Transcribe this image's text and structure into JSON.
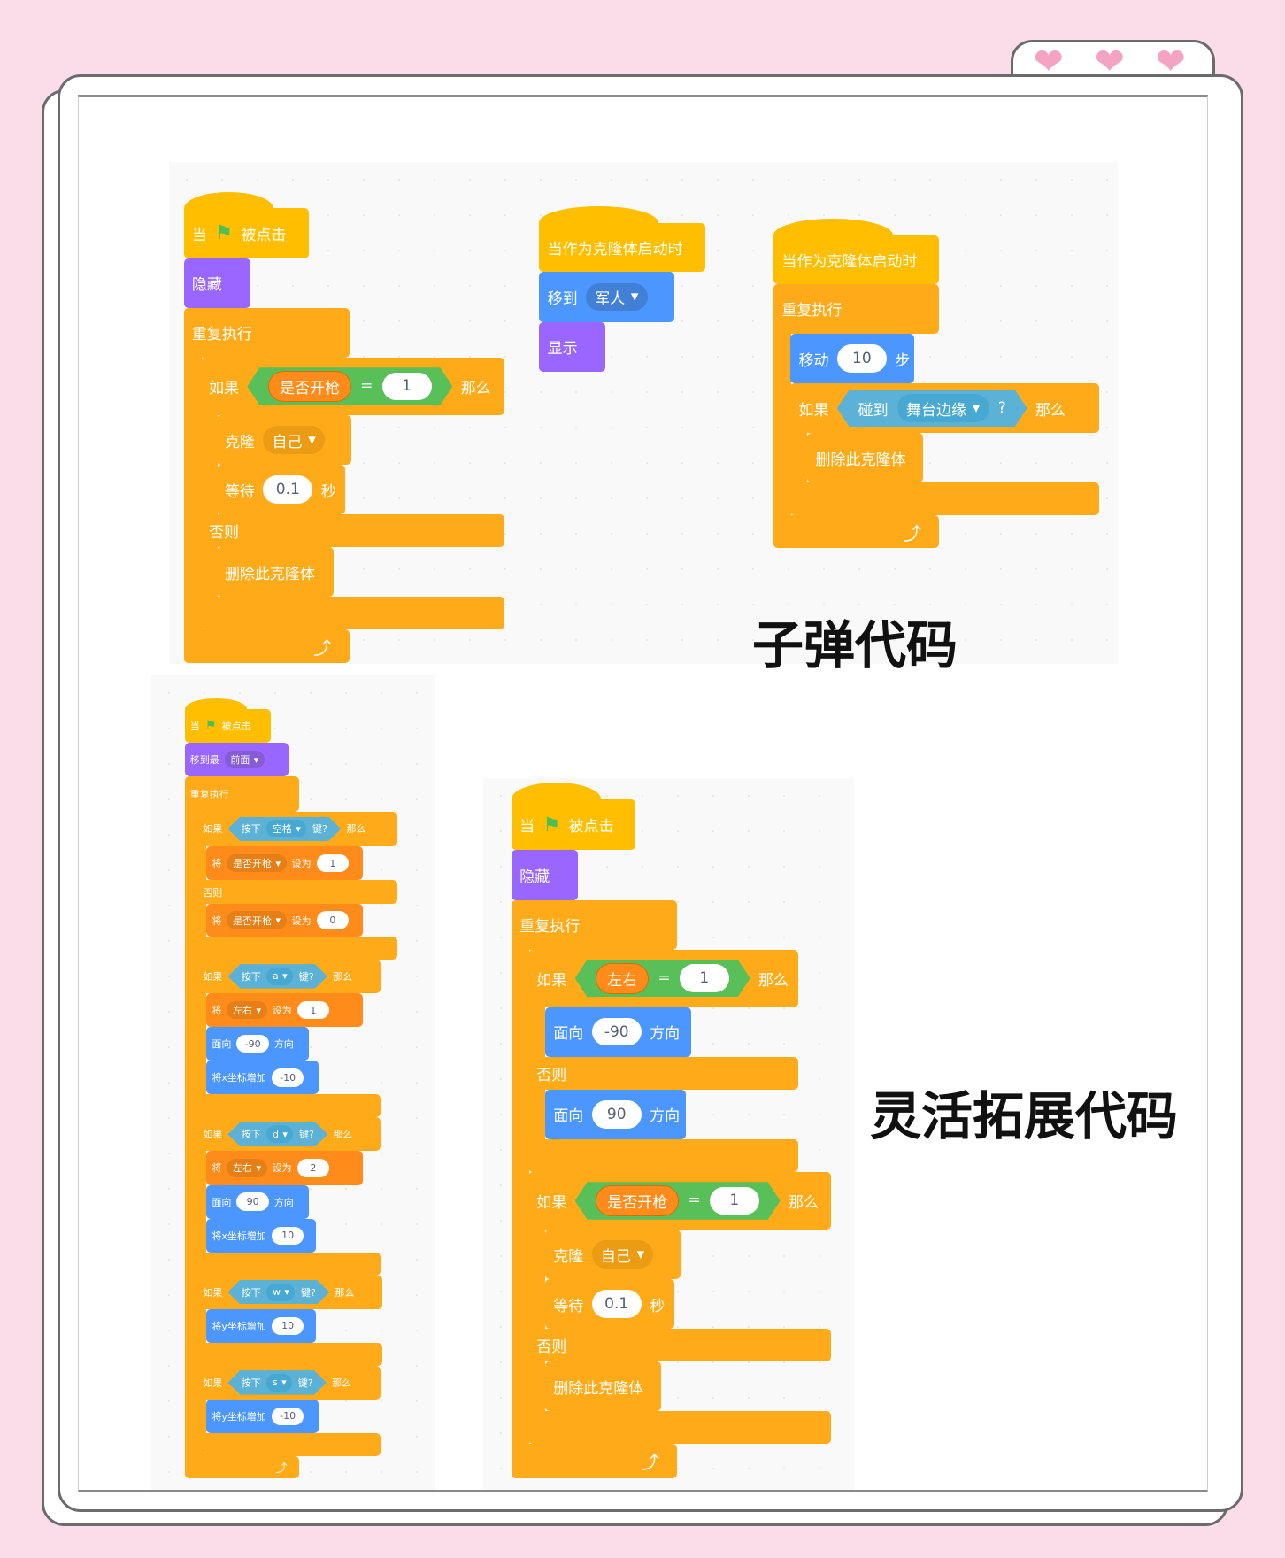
{
  "titles": {
    "bullet": "子弹代码",
    "extend": "灵活拓展代码"
  },
  "s1": {
    "hat": [
      "当",
      "被点击"
    ],
    "hide": [
      "隐藏"
    ],
    "repeat": [
      "重复执行"
    ],
    "if": [
      "如果",
      "是否开枪",
      "=",
      "1",
      "那么"
    ],
    "clone": [
      "克隆",
      "自己"
    ],
    "wait": [
      "等待",
      "0.1",
      "秒"
    ],
    "else": [
      "否则"
    ],
    "del": [
      "删除此克隆体"
    ]
  },
  "s2": {
    "hat": [
      "当作为克隆体启动时"
    ],
    "goto": [
      "移到",
      "军人"
    ],
    "show": [
      "显示"
    ]
  },
  "s3": {
    "hat": [
      "当作为克隆体启动时"
    ],
    "repeat": [
      "重复执行"
    ],
    "move": [
      "移动",
      "10",
      "步"
    ],
    "if": [
      "如果",
      "碰到",
      "舞台边缘",
      "?",
      "那么"
    ],
    "del": [
      "删除此克隆体"
    ]
  },
  "s4": {
    "hat": [
      "当",
      "被点击"
    ],
    "front": [
      "移到最",
      "前面"
    ],
    "repeat": [
      "重复执行"
    ],
    "if1": [
      "如果",
      "按下",
      "空格",
      "键?",
      "那么"
    ],
    "set1": [
      "将",
      "是否开枪",
      "设为",
      "1"
    ],
    "else1": [
      "否则"
    ],
    "set2": [
      "将",
      "是否开枪",
      "设为",
      "0"
    ],
    "if2": [
      "如果",
      "按下",
      "a",
      "键?",
      "那么"
    ],
    "set3": [
      "将",
      "左右",
      "设为",
      "1"
    ],
    "face1": [
      "面向",
      "-90",
      "方向"
    ],
    "chx1": [
      "将x坐标增加",
      "-10"
    ],
    "if3": [
      "如果",
      "按下",
      "d",
      "键?",
      "那么"
    ],
    "set4": [
      "将",
      "左右",
      "设为",
      "2"
    ],
    "face2": [
      "面向",
      "90",
      "方向"
    ],
    "chx2": [
      "将x坐标增加",
      "10"
    ],
    "if4": [
      "如果",
      "按下",
      "w",
      "键?",
      "那么"
    ],
    "chy1": [
      "将y坐标增加",
      "10"
    ],
    "if5": [
      "如果",
      "按下",
      "s",
      "键?",
      "那么"
    ],
    "chy2": [
      "将y坐标增加",
      "-10"
    ]
  },
  "s5": {
    "hat": [
      "当",
      "被点击"
    ],
    "hide": [
      "隐藏"
    ],
    "repeat": [
      "重复执行"
    ],
    "if1": [
      "如果",
      "左右",
      "=",
      "1",
      "那么"
    ],
    "face1": [
      "面向",
      "-90",
      "方向"
    ],
    "else1": [
      "否则"
    ],
    "face2": [
      "面向",
      "90",
      "方向"
    ],
    "if2": [
      "如果",
      "是否开枪",
      "=",
      "1",
      "那么"
    ],
    "clone": [
      "克隆",
      "自己"
    ],
    "wait": [
      "等待",
      "0.1",
      "秒"
    ],
    "else2": [
      "否则"
    ],
    "del": [
      "删除此克隆体"
    ]
  },
  "colors": {
    "event": "#FFBF00",
    "looks": "#9966FF",
    "control": "#FFAB19",
    "motion": "#4C97FF",
    "sensing": "#5CB1D6",
    "operators": "#59C059",
    "variables": "#FF8C1A",
    "background": "#FADDE8"
  }
}
